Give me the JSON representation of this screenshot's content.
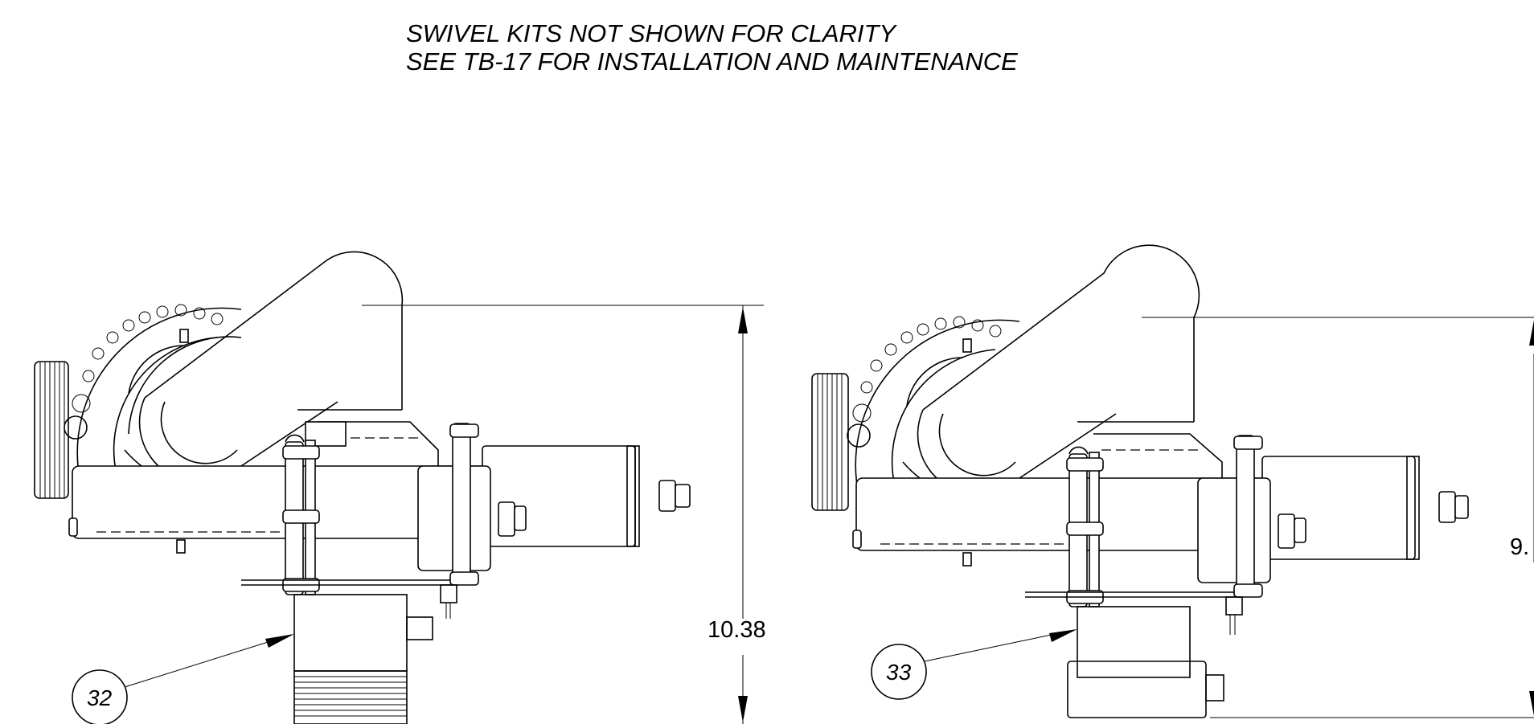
{
  "notes": {
    "line1": "SWIVEL KITS NOT SHOWN FOR CLARITY",
    "line2": "SEE TB-17 FOR INSTALLATION AND MAINTENANCE"
  },
  "left_view": {
    "dimension": "10.38",
    "balloon": "32"
  },
  "right_view": {
    "dimension": "9.",
    "balloon": "33"
  }
}
